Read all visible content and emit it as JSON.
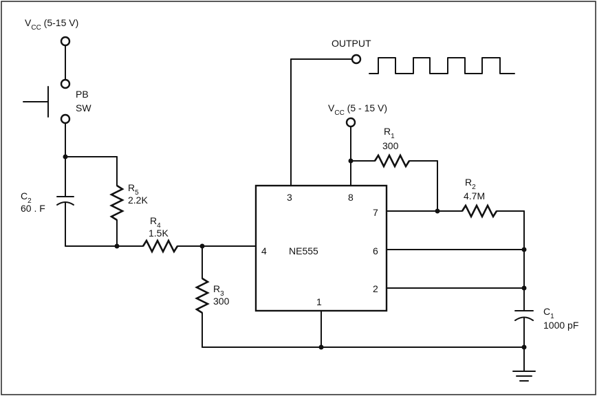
{
  "vcc_top": {
    "main": "V",
    "sub": "CC",
    "rest": " (5-15 V)"
  },
  "vcc_right": {
    "main": "V",
    "sub": "CC",
    "rest": " (5 - 15 V)"
  },
  "output_label": "OUTPUT",
  "switch": {
    "line1": "PB",
    "line2": "SW"
  },
  "ic": {
    "name": "NE555",
    "pins": {
      "p3": "3",
      "p8": "8",
      "p7": "7",
      "p6": "6",
      "p2": "2",
      "p4": "4",
      "p1": "1"
    }
  },
  "components": {
    "r1": {
      "main": "R",
      "sub": "1",
      "value": "300"
    },
    "r2": {
      "main": "R",
      "sub": "2",
      "value": "4.7M"
    },
    "r3": {
      "main": "R",
      "sub": "3",
      "value": "300"
    },
    "r4": {
      "main": "R",
      "sub": "4",
      "value": "1.5K"
    },
    "r5": {
      "main": "R",
      "sub": "5",
      "value": "2.2K"
    },
    "c1": {
      "main": "C",
      "sub": "1",
      "value": "1000 pF"
    },
    "c2": {
      "main": "C",
      "sub": "2",
      "value": "60 . F"
    }
  }
}
